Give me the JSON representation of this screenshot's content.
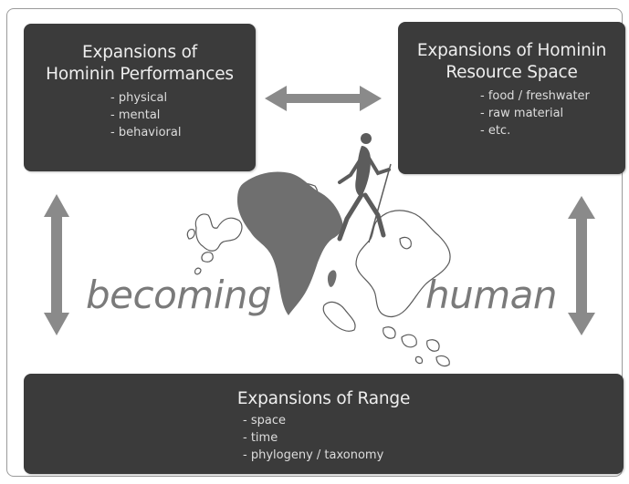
{
  "colors": {
    "box_fill": "#3b3b3b",
    "box_text": "#eeeeee",
    "arrow": "#8a8a8a",
    "africa": "#6f6f6f",
    "word": "#7a7a7a"
  },
  "boxes": {
    "performances": {
      "title_line1": "Expansions of",
      "title_line2": "Hominin Performances",
      "items": [
        "physical",
        "mental",
        "behavioral"
      ]
    },
    "resource_space": {
      "title_line1": "Expansions of Hominin",
      "title_line2": "Resource Space",
      "items": [
        "food / freshwater",
        "raw material",
        "etc."
      ]
    },
    "range": {
      "title": "Expansions of Range",
      "items": [
        "space",
        "time",
        "phylogeny / taxonomy"
      ]
    }
  },
  "center": {
    "word_left": "becoming",
    "word_right": "human",
    "icons": [
      "africa-map-icon",
      "hominin-walker-icon",
      "eurasia-outline-icon"
    ]
  },
  "arrows": [
    "double-arrow-horizontal",
    "double-arrow-left-vertical",
    "double-arrow-right-vertical"
  ]
}
